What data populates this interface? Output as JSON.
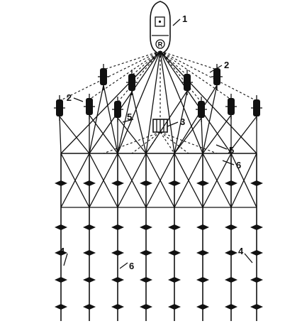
{
  "labels": {
    "vessel": "1",
    "paravane_upper_right": "2",
    "paravane_left": "2",
    "source": "3",
    "streamer_left": "4",
    "streamer_right": "4",
    "tow_left": "5",
    "tow_right": "5",
    "spreader": "6",
    "bird": "6"
  },
  "colors": {
    "ink": "#111111",
    "background": "#ffffff"
  },
  "icons": [
    "vessel-icon",
    "paravane-icon",
    "source-array-icon",
    "bird-icon"
  ]
}
